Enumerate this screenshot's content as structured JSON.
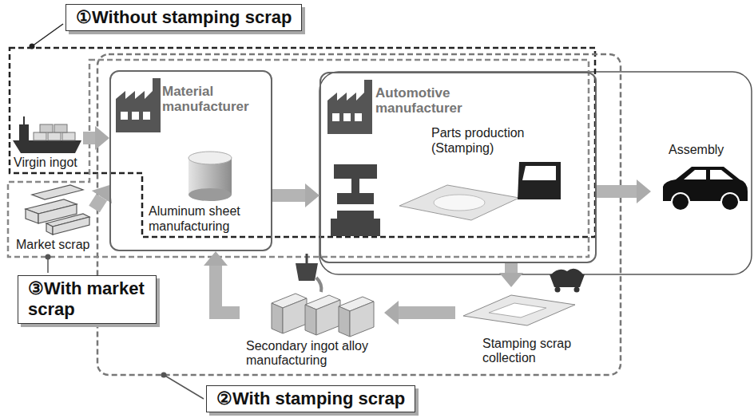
{
  "diagram": {
    "nodes": [
      {
        "text": [
          "①Without stamping scrap"
        ]
      },
      {
        "text": [
          "Virgin ingot"
        ]
      },
      {
        "text": [
          "Material manufacturer",
          "Aluminum sheet manufacturing"
        ]
      },
      {
        "text": [
          "Automotive manufacturer",
          "Parts production (Stamping)"
        ]
      },
      {
        "text": [
          "Assembly"
        ]
      },
      {
        "text": [
          "Market scrap"
        ]
      },
      {
        "text": [
          "③With market scrap"
        ]
      },
      {
        "text": [
          "Secondary ingot alloy manufacturing"
        ]
      },
      {
        "text": [
          "Stamping scrap collection"
        ]
      },
      {
        "text": [
          "②With stamping scrap"
        ]
      }
    ],
    "edges": [
      {
        "from": 1,
        "to": 2,
        "arrow": "to"
      },
      {
        "from": 5,
        "to": 2,
        "arrow": "to"
      },
      {
        "from": 2,
        "to": 3,
        "arrow": "to"
      },
      {
        "from": 3,
        "to": 4,
        "arrow": "to"
      },
      {
        "from": 3,
        "to": 8,
        "arrow": "to"
      },
      {
        "from": 8,
        "to": 7,
        "arrow": "to"
      },
      {
        "from": 7,
        "to": 2,
        "arrow": "to"
      }
    ]
  }
}
